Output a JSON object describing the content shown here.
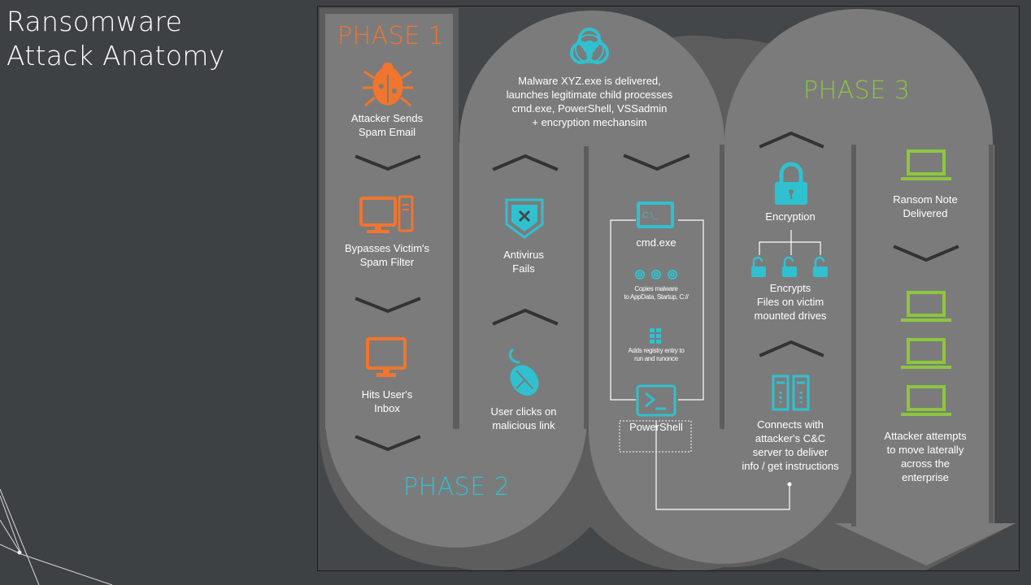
{
  "title": {
    "line1": "Ransomware",
    "line2": "Attack Anatomy"
  },
  "colors": {
    "phase1": "#f0752e",
    "phase2": "#2fc1d0",
    "phase3": "#8cc63f",
    "band": "#7b7b7b",
    "background": "#44474a"
  },
  "phases": {
    "phase1": "PHASE 1",
    "phase2": "PHASE 2",
    "phase3": "PHASE 3"
  },
  "phase1_steps": [
    {
      "icon": "bug-icon",
      "label": "Attacker Sends\nSpam Email"
    },
    {
      "icon": "computer-icon",
      "label": "Bypasses Victim's\nSpam Filter"
    },
    {
      "icon": "monitor-icon",
      "label": "Hits User's\nInbox"
    }
  ],
  "phase2": {
    "delivery_icon": "biohazard-icon",
    "delivery_text": "Malware XYZ.exe is delivered,\nlaunches legitimate child processes\ncmd.exe, PowerShell, VSSadmin\n+ encryption  mechansim",
    "antivirus_label": "Antivirus\nFails",
    "click_label": "User clicks on\nmalicious link",
    "cmd_label": "cmd.exe",
    "cmd_prompt": "C:\\_",
    "copies_text": "Copies malware\nto AppData, Startup, C://",
    "registry_text": "Adds registry entry to\nrun and  runonce",
    "powershell_label": "PowerShell"
  },
  "phase3": {
    "encryption_label": "Encryption",
    "encrypts_label": "Encrypts\nFiles on victim\nmounted drives",
    "connects_label": "Connects with\nattacker's C&C\nserver to deliver\ninfo / get instructions",
    "ransom_label": "Ransom Note\nDelivered",
    "lateral_label": "Attacker attempts\nto move laterally\nacross the\nenterprise"
  }
}
